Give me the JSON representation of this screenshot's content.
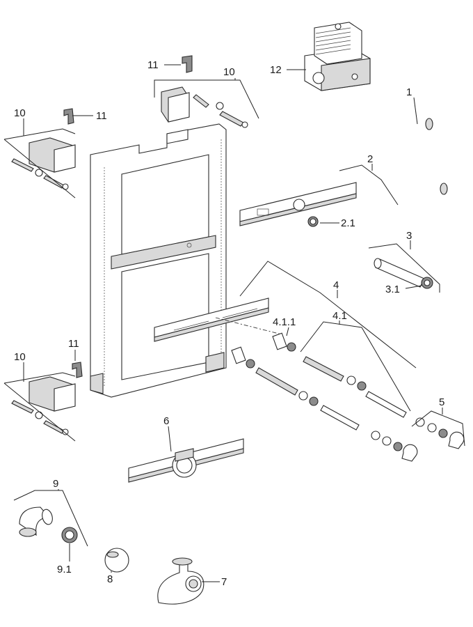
{
  "callouts": {
    "c1": "1",
    "c2": "2",
    "c2_1": "2.1",
    "c3": "3",
    "c3_1": "3.1",
    "c4": "4",
    "c4_1": "4.1",
    "c4_1_1": "4.1.1",
    "c5": "5",
    "c6": "6",
    "c7": "7",
    "c8": "8",
    "c9": "9",
    "c9_1": "9.1",
    "c10_top": "10",
    "c10_left": "10",
    "c10_bottom": "10",
    "c11_top": "11",
    "c11_left": "11",
    "c11_bottom": "11",
    "c12": "12"
  }
}
